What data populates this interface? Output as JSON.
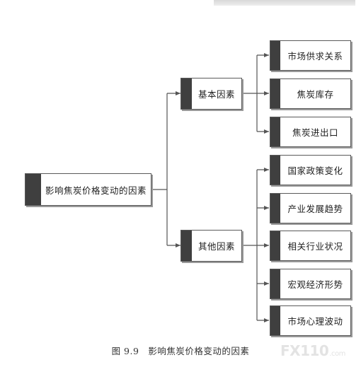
{
  "root": {
    "label": "影响焦炭价格变动的因素"
  },
  "categories": [
    {
      "label": "基本因素",
      "factors": [
        "市场供求关系",
        "焦炭库存",
        "焦炭进出口"
      ]
    },
    {
      "label": "其他因素",
      "factors": [
        "国家政策变化",
        "产业发展趋势",
        "相关行业状况",
        "宏观经济形势",
        "市场心理波动"
      ]
    }
  ],
  "caption": "图 9.9　影响焦炭价格变动的因素",
  "watermark": {
    "main": "FX110",
    "suffix": ".com"
  },
  "colors": {
    "line": "#555555",
    "box_bar": "#3f3f3f",
    "box_border": "#5a5a5a"
  }
}
